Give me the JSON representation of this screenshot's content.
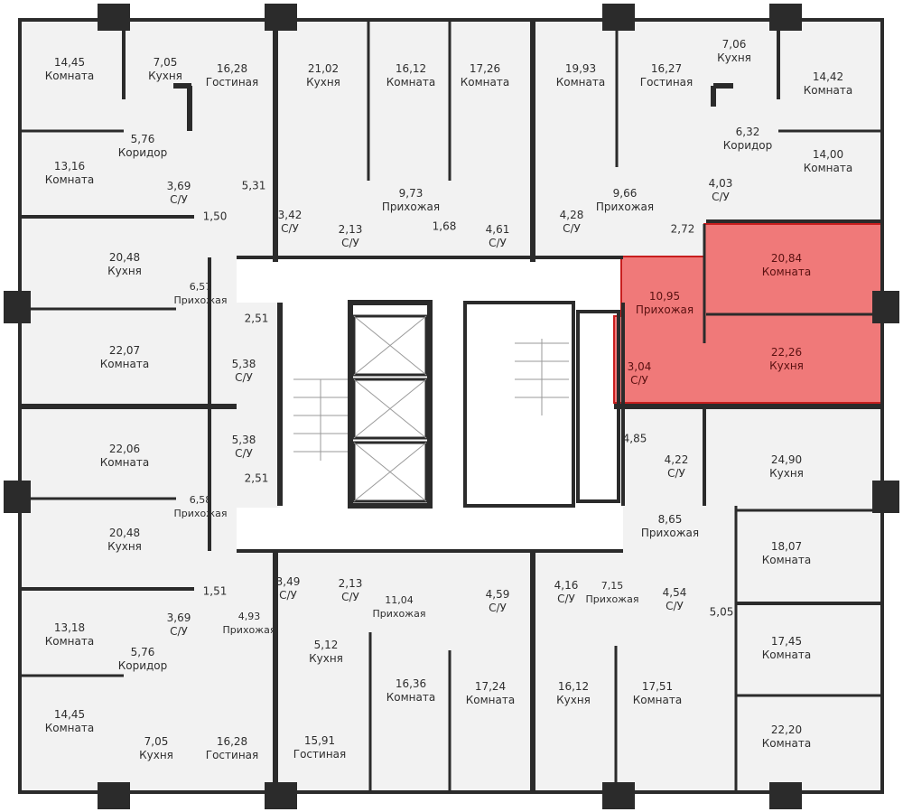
{
  "title": "Floor plan",
  "highlight_color": "#f06464",
  "rooms": [
    {
      "area": "14,45",
      "name": "Комната"
    },
    {
      "area": "7,05",
      "name": "Кухня"
    },
    {
      "area": "16,28",
      "name": "Гостиная"
    },
    {
      "area": "21,02",
      "name": "Кухня"
    },
    {
      "area": "16,12",
      "name": "Комната"
    },
    {
      "area": "17,26",
      "name": "Комната"
    },
    {
      "area": "19,93",
      "name": "Комната"
    },
    {
      "area": "16,27",
      "name": "Гостиная"
    },
    {
      "area": "7,06",
      "name": "Кухня"
    },
    {
      "area": "14,42",
      "name": "Комната"
    },
    {
      "area": "5,76",
      "name": "Коридор"
    },
    {
      "area": "6,32",
      "name": "Коридор"
    },
    {
      "area": "13,16",
      "name": "Комната"
    },
    {
      "area": "14,00",
      "name": "Комната"
    },
    {
      "area": "3,69",
      "name": "С/У"
    },
    {
      "area": "5,31",
      "name": ""
    },
    {
      "area": "9,73",
      "name": "Прихожая"
    },
    {
      "area": "9,66",
      "name": "Прихожая"
    },
    {
      "area": "4,03",
      "name": "С/У"
    },
    {
      "area": "4,28",
      "name": "С/У"
    },
    {
      "area": "4,61",
      "name": "С/У"
    },
    {
      "area": "3,42",
      "name": "С/У"
    },
    {
      "area": "2,13",
      "name": "С/У"
    },
    {
      "area": "1,68",
      "name": ""
    },
    {
      "area": "1,50",
      "name": ""
    },
    {
      "area": "2,72",
      "name": ""
    },
    {
      "area": "20,84",
      "name": "Комната"
    },
    {
      "area": "10,95",
      "name": "Прихожая"
    },
    {
      "area": "22,26",
      "name": "Кухня"
    },
    {
      "area": "3,04",
      "name": "С/У"
    },
    {
      "area": "20,48",
      "name": "Кухня"
    },
    {
      "area": "6,57",
      "name": "Прихожая"
    },
    {
      "area": "2,51",
      "name": ""
    },
    {
      "area": "22,07",
      "name": "Комната"
    },
    {
      "area": "5,38",
      "name": "С/У"
    },
    {
      "area": "5,38",
      "name": "С/У"
    },
    {
      "area": "22,06",
      "name": "Комната"
    },
    {
      "area": "2,51",
      "name": ""
    },
    {
      "area": "6,58",
      "name": "Прихожая"
    },
    {
      "area": "20,48",
      "name": "Кухня"
    },
    {
      "area": "1,51",
      "name": ""
    },
    {
      "area": "3,69",
      "name": "С/У"
    },
    {
      "area": "4,93",
      "name": "Прихожая"
    },
    {
      "area": "3,49",
      "name": "С/У"
    },
    {
      "area": "2,13",
      "name": "С/У"
    },
    {
      "area": "11,04",
      "name": "Прихожая"
    },
    {
      "area": "5,12",
      "name": "Кухня"
    },
    {
      "area": "13,18",
      "name": "Комната"
    },
    {
      "area": "5,76",
      "name": "Коридор"
    },
    {
      "area": "14,45",
      "name": "Комната"
    },
    {
      "area": "7,05",
      "name": "Кухня"
    },
    {
      "area": "16,28",
      "name": "Гостиная"
    },
    {
      "area": "15,91",
      "name": "Гостиная"
    },
    {
      "area": "16,36",
      "name": "Комната"
    },
    {
      "area": "17,24",
      "name": "Комната"
    },
    {
      "area": "16,12",
      "name": "Кухня"
    },
    {
      "area": "17,51",
      "name": "Комната"
    },
    {
      "area": "4,85",
      "name": ""
    },
    {
      "area": "4,22",
      "name": "С/У"
    },
    {
      "area": "24,90",
      "name": "Кухня"
    },
    {
      "area": "8,65",
      "name": "Прихожая"
    },
    {
      "area": "7,15",
      "name": "Прихожая"
    },
    {
      "area": "4,16",
      "name": "С/У"
    },
    {
      "area": "4,59",
      "name": "С/У"
    },
    {
      "area": "4,54",
      "name": "С/У"
    },
    {
      "area": "5,05",
      "name": ""
    },
    {
      "area": "18,07",
      "name": "Комната"
    },
    {
      "area": "17,45",
      "name": "Комната"
    },
    {
      "area": "22,20",
      "name": "Комната"
    }
  ]
}
